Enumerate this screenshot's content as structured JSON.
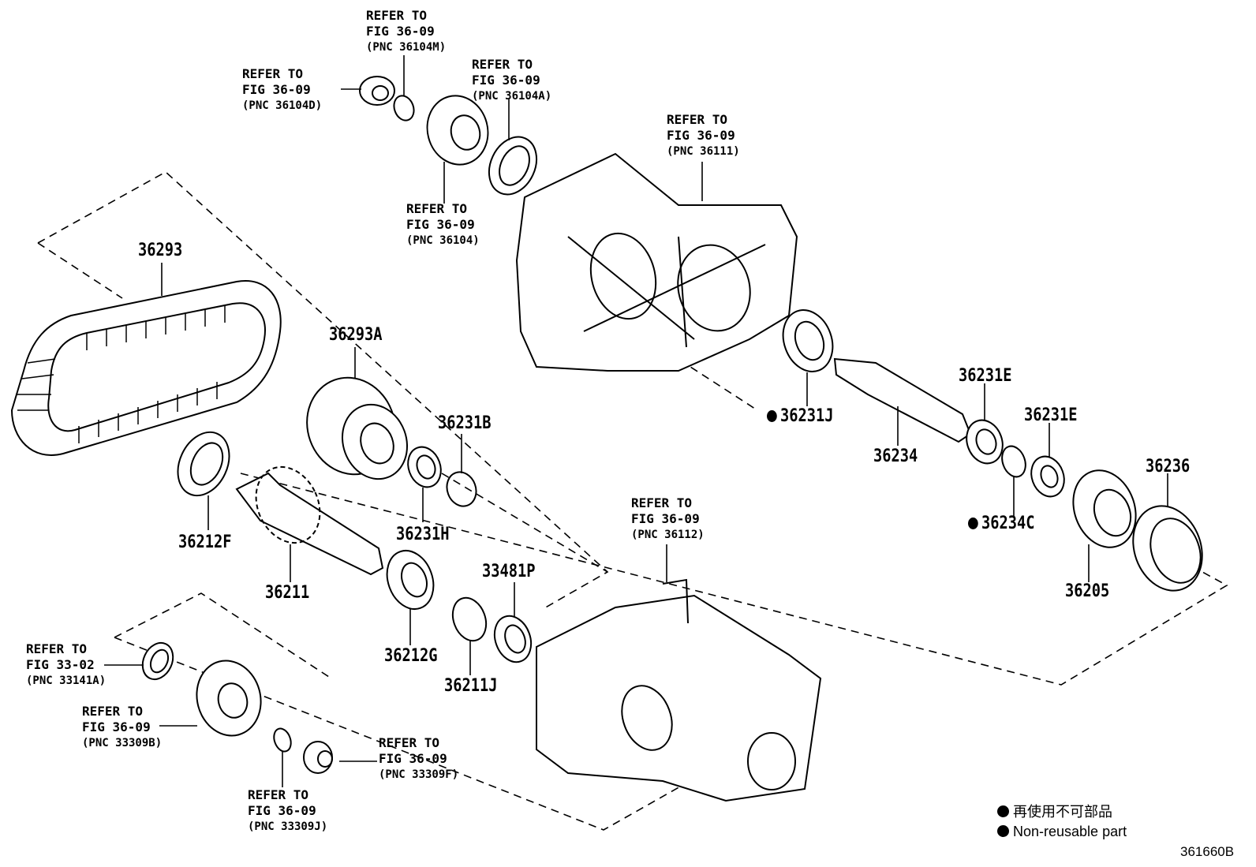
{
  "refs": {
    "r36104M": {
      "l1": "REFER TO",
      "l2": "FIG 36-09",
      "l3": "(PNC 36104M)"
    },
    "r36104D": {
      "l1": "REFER TO",
      "l2": "FIG 36-09",
      "l3": "(PNC 36104D)"
    },
    "r36104A": {
      "l1": "REFER TO",
      "l2": "FIG 36-09",
      "l3": "(PNC 36104A)"
    },
    "r36104": {
      "l1": "REFER TO",
      "l2": "FIG 36-09",
      "l3": "(PNC 36104)"
    },
    "r36111": {
      "l1": "REFER TO",
      "l2": "FIG 36-09",
      "l3": "(PNC 36111)"
    },
    "r36112": {
      "l1": "REFER TO",
      "l2": "FIG 36-09",
      "l3": "(PNC 36112)"
    },
    "r33141A": {
      "l1": "REFER TO",
      "l2": "FIG 33-02",
      "l3": "(PNC 33141A)"
    },
    "r33309B": {
      "l1": "REFER TO",
      "l2": "FIG 36-09",
      "l3": "(PNC 33309B)"
    },
    "r33309F": {
      "l1": "REFER TO",
      "l2": "FIG 36-09",
      "l3": "(PNC 33309F)"
    },
    "r33309J": {
      "l1": "REFER TO",
      "l2": "FIG 36-09",
      "l3": "(PNC 33309J)"
    }
  },
  "parts": {
    "p36293": "36293",
    "p36293A": "36293A",
    "p36231B": "36231B",
    "p36212F": "36212F",
    "p36231H": "36231H",
    "p36211": "36211",
    "p36212G": "36212G",
    "p33481P": "33481P",
    "p36211J": "36211J",
    "p36231J": "36231J",
    "p36234": "36234",
    "p36231E_a": "36231E",
    "p36231E_b": "36231E",
    "p36234C": "36234C",
    "p36236": "36236",
    "p36205": "36205"
  },
  "legend": {
    "line1": "再使用不可部品",
    "line2": "Non-reusable part"
  },
  "diagram_code": "361660B",
  "icons": [
    "non-reusable-dot-icon"
  ]
}
